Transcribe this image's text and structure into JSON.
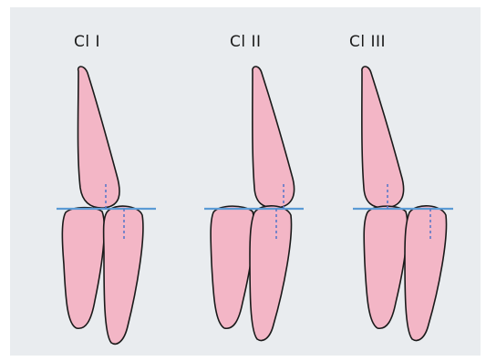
{
  "labels": {
    "class_1": "Cl I",
    "class_2": "Cl II",
    "class_3": "Cl III"
  },
  "colors": {
    "tooth_fill": "#f3b6c6",
    "tooth_stroke": "#1a1a1a",
    "occlusal_line": "#5b9bd5",
    "axis_line": "#5b78c9",
    "panel_background": "#e9ecef"
  }
}
